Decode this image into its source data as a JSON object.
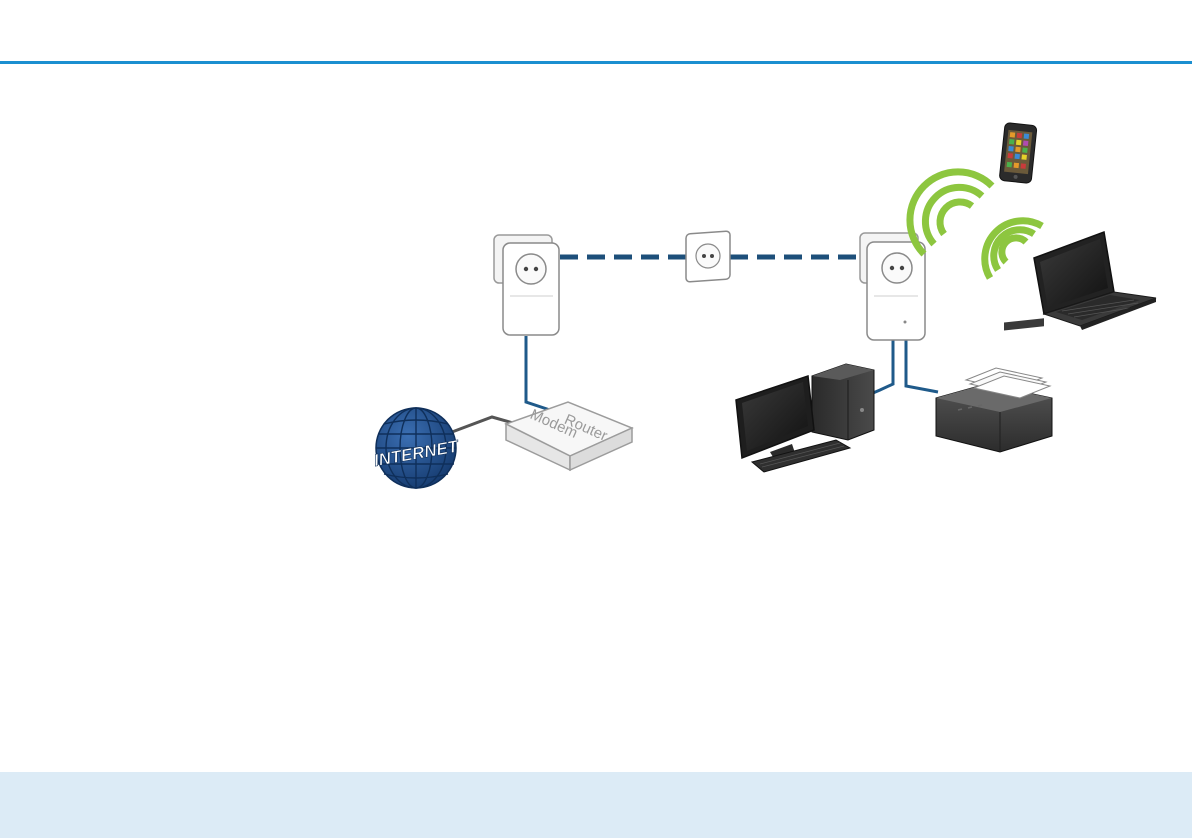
{
  "diagram": {
    "internet_label": "INTERNET",
    "router_label_line1": "Modem",
    "router_label_line2": "Router"
  },
  "colors": {
    "accent_rule": "#1b8fd0",
    "cable_blue": "#1f5a8a",
    "powerline_dash": "#1d4f7a",
    "globe_blue": "#1e4f8e",
    "wifi_green": "#8dc63f",
    "bottom_band": "#dcebf6"
  }
}
